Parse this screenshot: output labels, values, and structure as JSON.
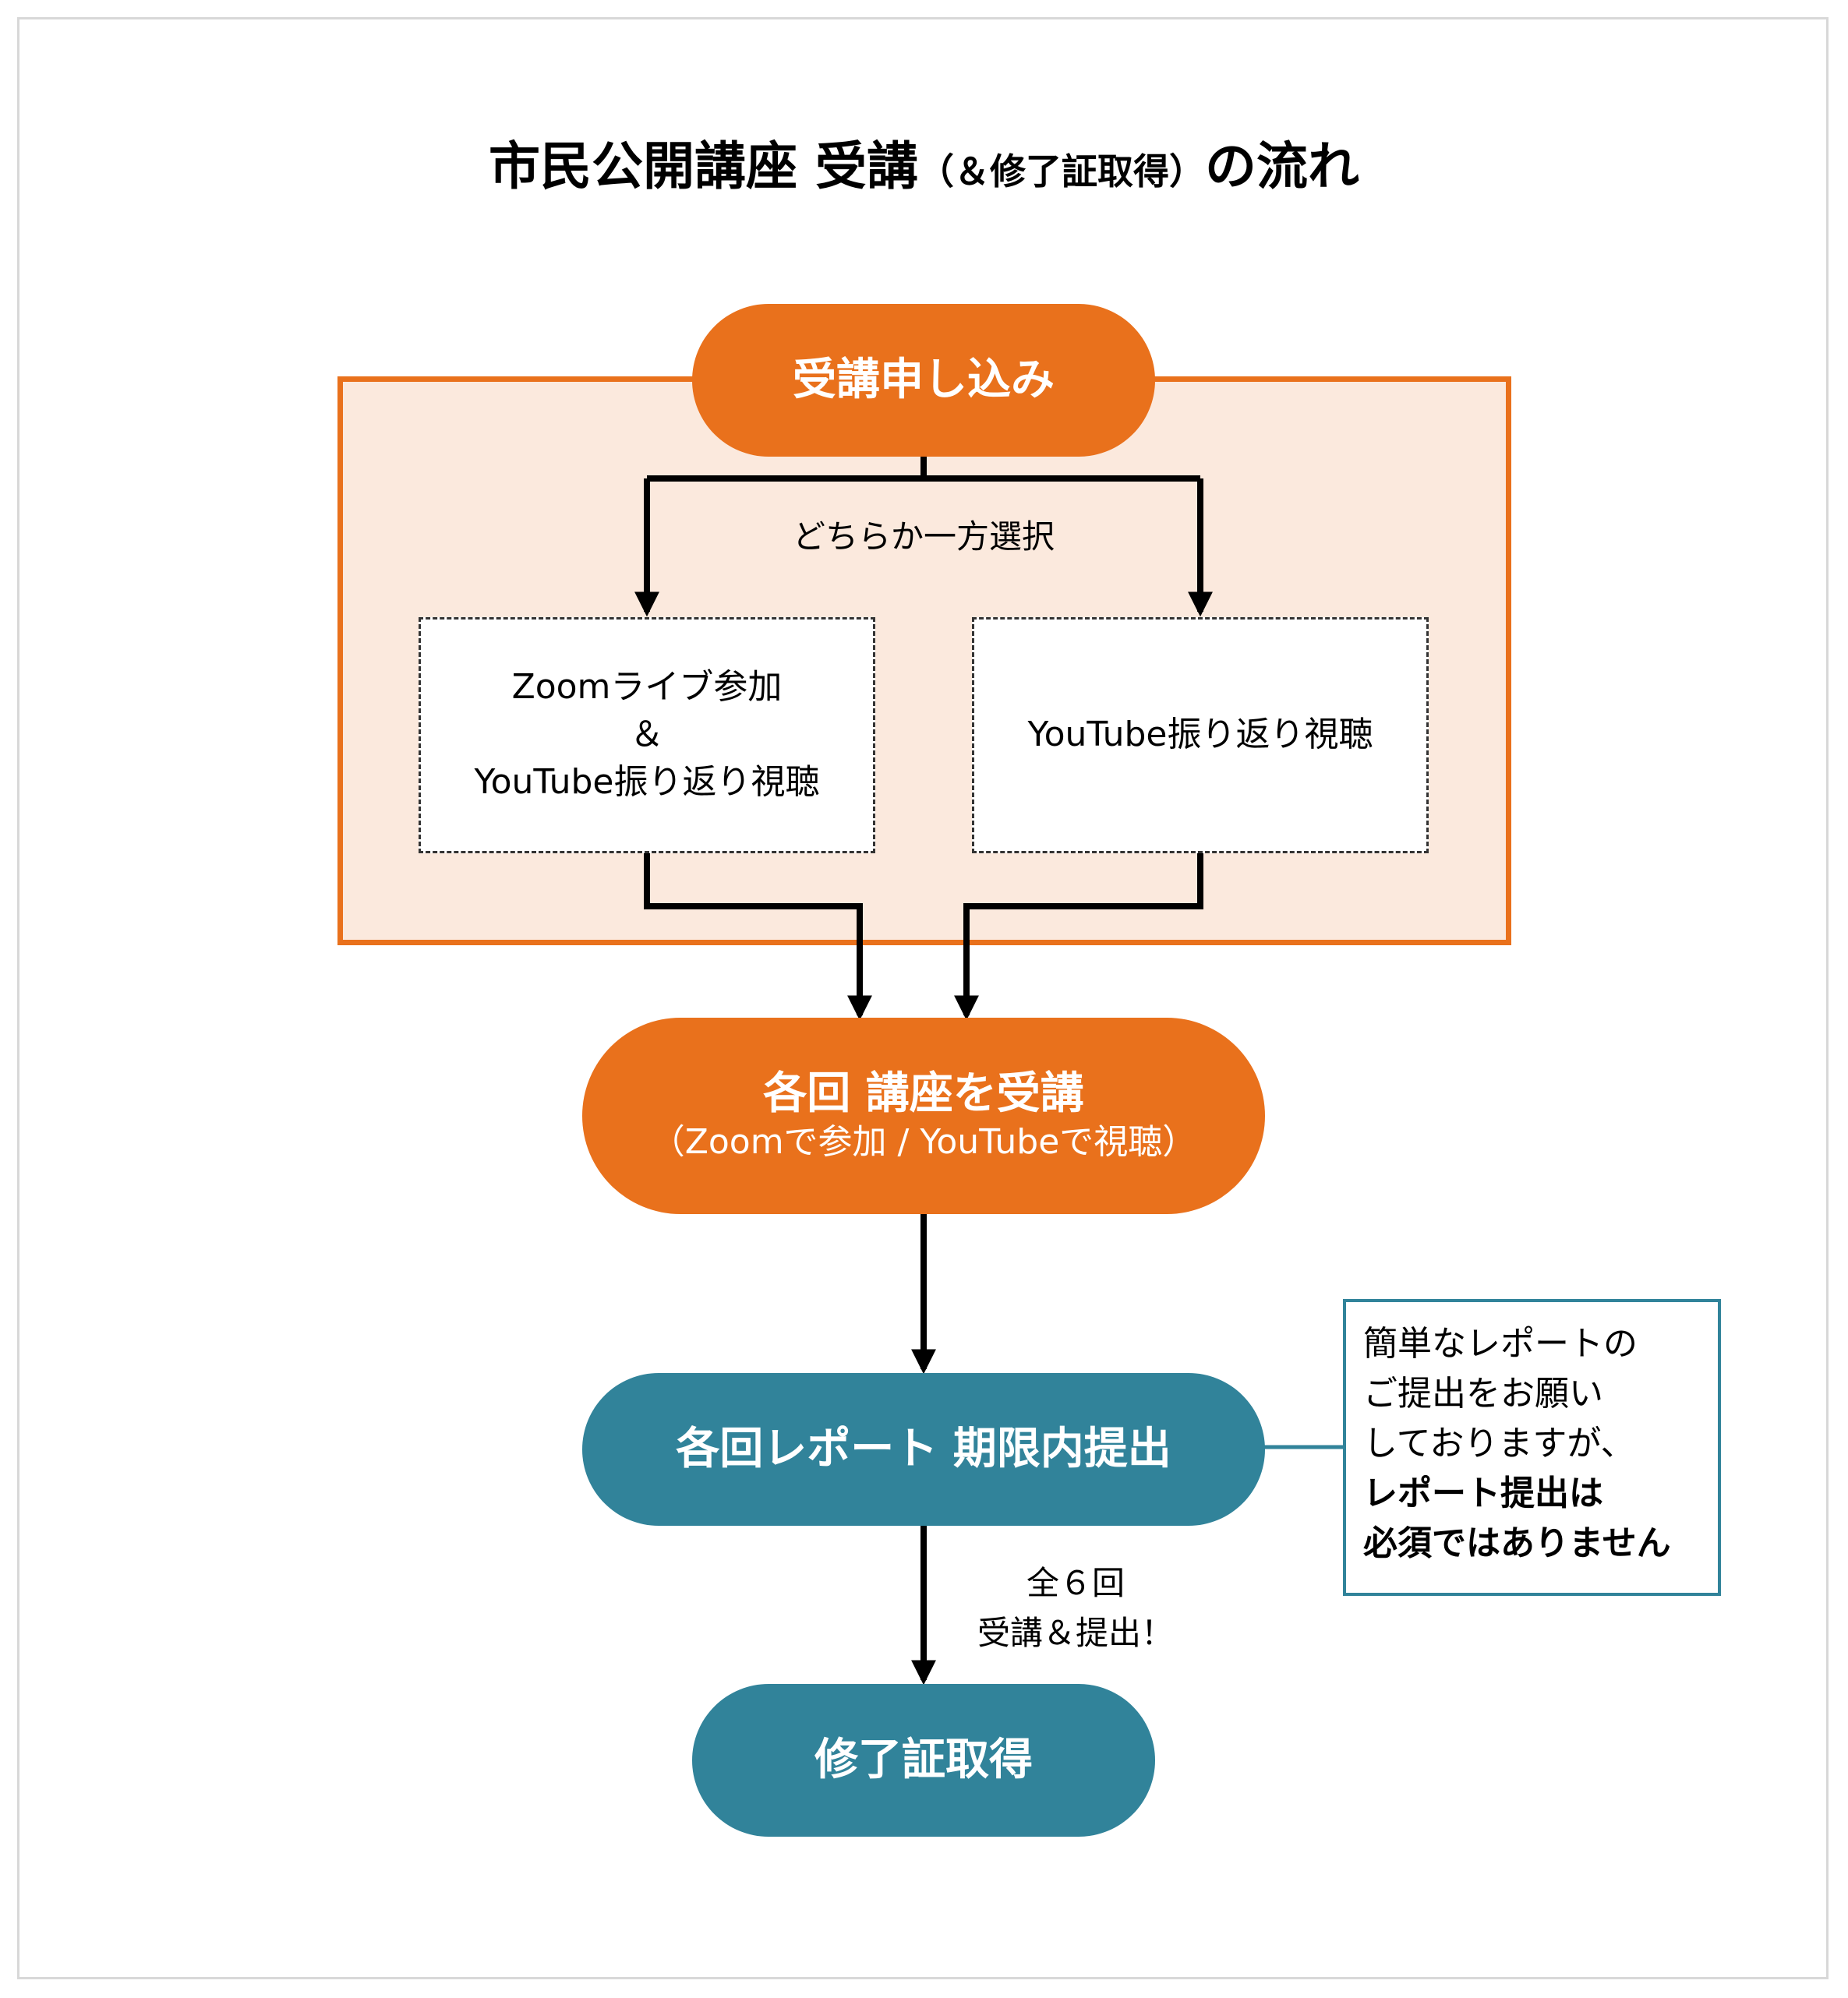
{
  "title": {
    "main": "市民公開講座 受講",
    "paren": "（＆修了証取得）",
    "suffix": "の流れ"
  },
  "steps": {
    "apply": "受講申し込み",
    "choose_label": "どちらか一方選択",
    "option_a": {
      "line1": "Zoomライブ参加",
      "line2": "＆",
      "line3": "YouTube振り返り視聴"
    },
    "option_b": "YouTube振り返り視聴",
    "attend": {
      "main": "各回 講座を受講",
      "sub": "（Zoomで参加 / YouTubeで視聴）"
    },
    "report": "各回レポート 期限内提出",
    "complete_label": {
      "line1": "全６回",
      "line2": "受講＆提出！"
    },
    "certificate": "修了証取得"
  },
  "note": {
    "line1": "簡単なレポートの",
    "line2": "ご提出をお願い",
    "line3": "しておりますが、",
    "line4": "レポート提出は",
    "line5": "必須ではありません"
  },
  "colors": {
    "orange": "#e9711c",
    "panel_fill": "#fbe9dd",
    "teal": "#31839a",
    "arrow": "#000000"
  }
}
